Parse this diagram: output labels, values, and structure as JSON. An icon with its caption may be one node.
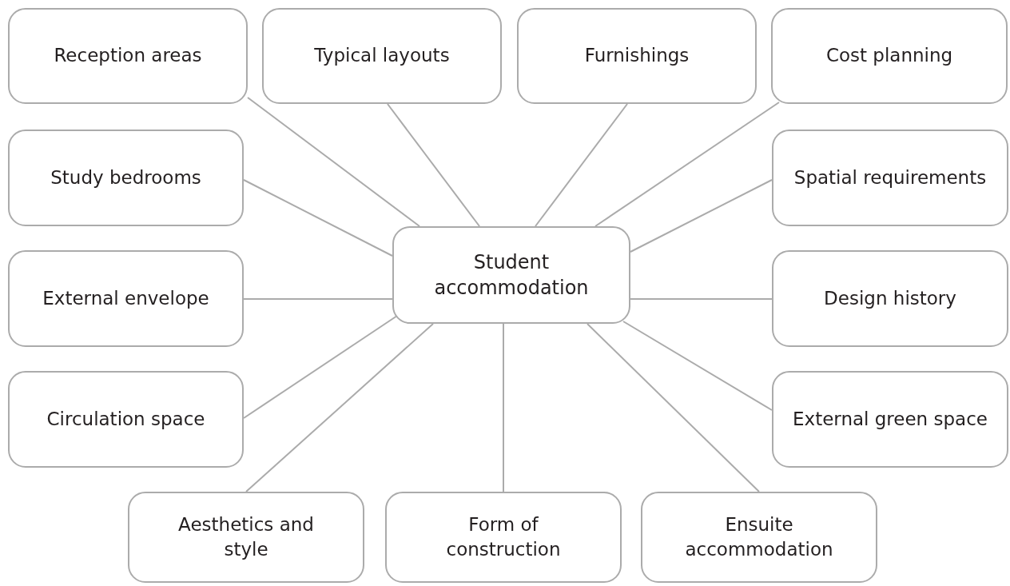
{
  "diagram": {
    "nodes": [
      {
        "text": [
          "Student accommodation"
        ]
      },
      {
        "text": [
          "Reception areas"
        ]
      },
      {
        "text": [
          "Typical layouts"
        ]
      },
      {
        "text": [
          "Furnishings"
        ]
      },
      {
        "text": [
          "Cost planning"
        ]
      },
      {
        "text": [
          "Study bedrooms"
        ]
      },
      {
        "text": [
          "Spatial requirements"
        ]
      },
      {
        "text": [
          "External envelope"
        ]
      },
      {
        "text": [
          "Design history"
        ]
      },
      {
        "text": [
          "Circulation space"
        ]
      },
      {
        "text": [
          "External green space"
        ]
      },
      {
        "text": [
          "Aesthetics and style"
        ]
      },
      {
        "text": [
          "Form of construction"
        ]
      },
      {
        "text": [
          "Ensuite accommodation"
        ]
      }
    ],
    "edges": [
      {
        "from": 0,
        "to": 1,
        "arrow": "none"
      },
      {
        "from": 0,
        "to": 2,
        "arrow": "none"
      },
      {
        "from": 0,
        "to": 3,
        "arrow": "none"
      },
      {
        "from": 0,
        "to": 4,
        "arrow": "none"
      },
      {
        "from": 0,
        "to": 5,
        "arrow": "none"
      },
      {
        "from": 0,
        "to": 6,
        "arrow": "none"
      },
      {
        "from": 0,
        "to": 7,
        "arrow": "none"
      },
      {
        "from": 0,
        "to": 8,
        "arrow": "none"
      },
      {
        "from": 0,
        "to": 9,
        "arrow": "none"
      },
      {
        "from": 0,
        "to": 10,
        "arrow": "none"
      },
      {
        "from": 0,
        "to": 11,
        "arrow": "none"
      },
      {
        "from": 0,
        "to": 12,
        "arrow": "none"
      },
      {
        "from": 0,
        "to": 13,
        "arrow": "none"
      }
    ]
  }
}
